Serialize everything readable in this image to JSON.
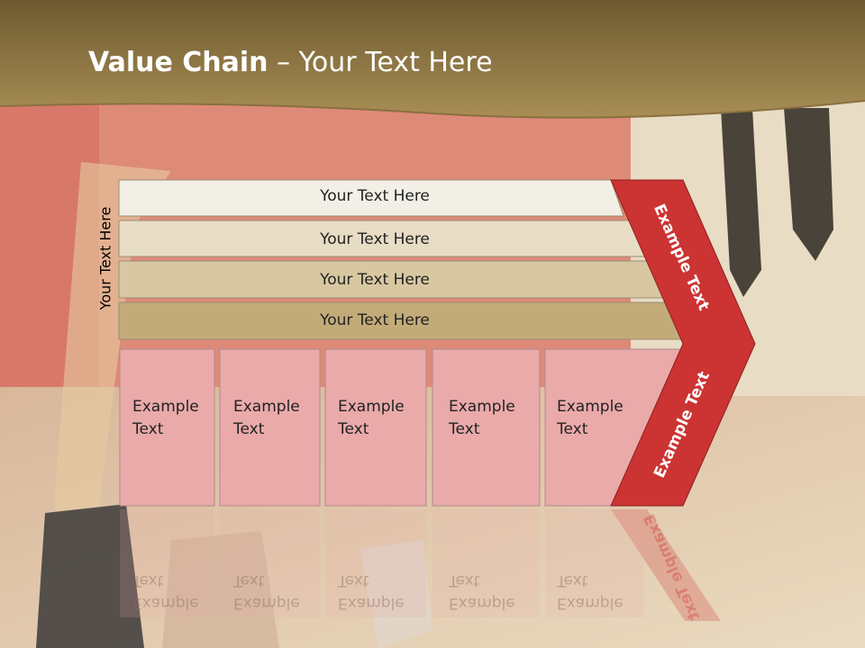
{
  "title": {
    "bold": "Value Chain",
    "rest": " – Your Text Here"
  },
  "side_label": "Your Text Here",
  "rows": [
    {
      "label": "Your Text Here",
      "color": "#f2efe6"
    },
    {
      "label": "Your Text Here",
      "color": "#e7dcc4"
    },
    {
      "label": "Your Text Here",
      "color": "#d8c8a2"
    },
    {
      "label": "Your Text Here",
      "color": "#c3ab79"
    }
  ],
  "boxes": [
    {
      "line1": "Example",
      "line2": "Text"
    },
    {
      "line1": "Example",
      "line2": "Text"
    },
    {
      "line1": "Example",
      "line2": "Text"
    },
    {
      "line1": "Example",
      "line2": "Text"
    },
    {
      "line1": "Example",
      "line2": "Text"
    }
  ],
  "chevron": {
    "upper": "Example Text",
    "lower": "Example Text",
    "color": "#cc3333"
  },
  "colors": {
    "header": "#9a8048",
    "box": "#eaaaaa",
    "box_border": "#b08a8a"
  }
}
